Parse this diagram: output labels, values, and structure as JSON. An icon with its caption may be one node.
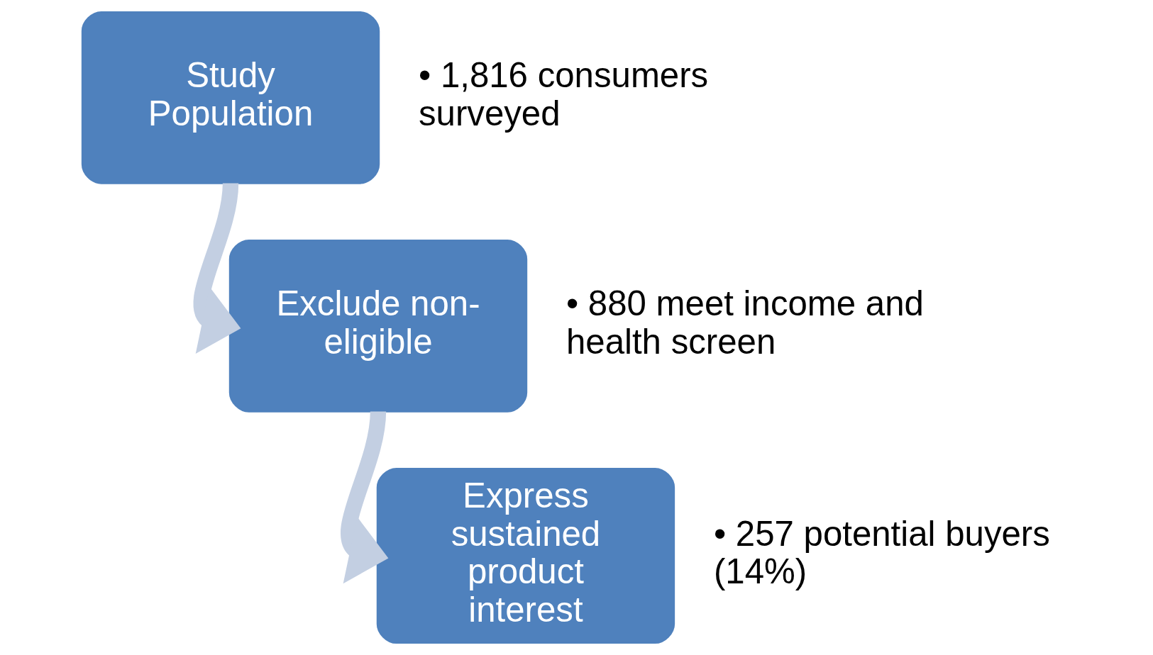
{
  "diagram": {
    "nodes": [
      {
        "text": [
          "Study Population"
        ],
        "beside": [
          "• 1,816 consumers surveyed"
        ]
      },
      {
        "text": [
          "Exclude non-eligible"
        ],
        "beside": [
          "• 880 meet income and health screen"
        ]
      },
      {
        "text": [
          "Express sustained product interest"
        ],
        "beside": [
          "• 257 potential buyers (14%)"
        ]
      }
    ],
    "edges": [
      {
        "from": 0,
        "to": 1,
        "arrow": "to"
      },
      {
        "from": 1,
        "to": 2,
        "arrow": "to"
      }
    ]
  }
}
